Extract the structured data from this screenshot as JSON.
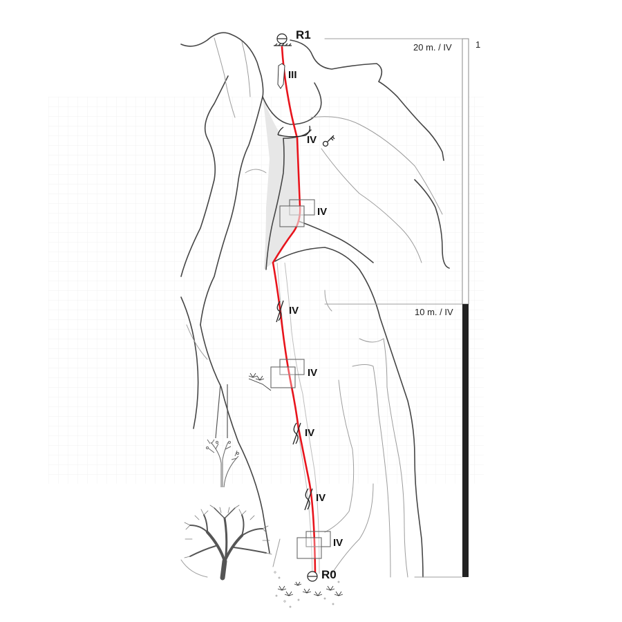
{
  "topo": {
    "colors": {
      "route": "#e8141c",
      "rock_line": "#444444",
      "rock_line_light": "#9a9a9a",
      "gully_fill": "#e6e6e6",
      "grid": "#f0f0f0",
      "bar_dark": "#222222",
      "bar_outline": "#888888"
    },
    "stations": {
      "top": {
        "label": "R1",
        "icon": "belay-anchor-icon"
      },
      "bottom": {
        "label": "R0",
        "icon": "belay-anchor-icon"
      }
    },
    "features": [
      {
        "type": "chimney-crack",
        "grade": "III",
        "icon": "crack-icon"
      },
      {
        "type": "chockstone-key",
        "grade": "IV",
        "icon": "key-icon"
      },
      {
        "type": "block",
        "grade": "IV",
        "icon": "block-icon"
      },
      {
        "type": "crack-zigzag",
        "grade": "IV",
        "icon": "zigzag-crack-icon"
      },
      {
        "type": "block",
        "grade": "IV",
        "icon": "block-icon"
      },
      {
        "type": "crack-zigzag",
        "grade": "IV",
        "icon": "zigzag-crack-icon"
      },
      {
        "type": "crack-zigzag",
        "grade": "IV",
        "icon": "zigzag-crack-icon"
      },
      {
        "type": "block",
        "grade": "IV",
        "icon": "block-icon"
      }
    ],
    "scale": {
      "pitch_number": "1",
      "upper_label": "20 m. / IV",
      "lower_label": "10 m. / IV"
    },
    "vegetation": [
      "small-tree-icon",
      "large-tree-icon",
      "grass-tufts-icon"
    ]
  }
}
